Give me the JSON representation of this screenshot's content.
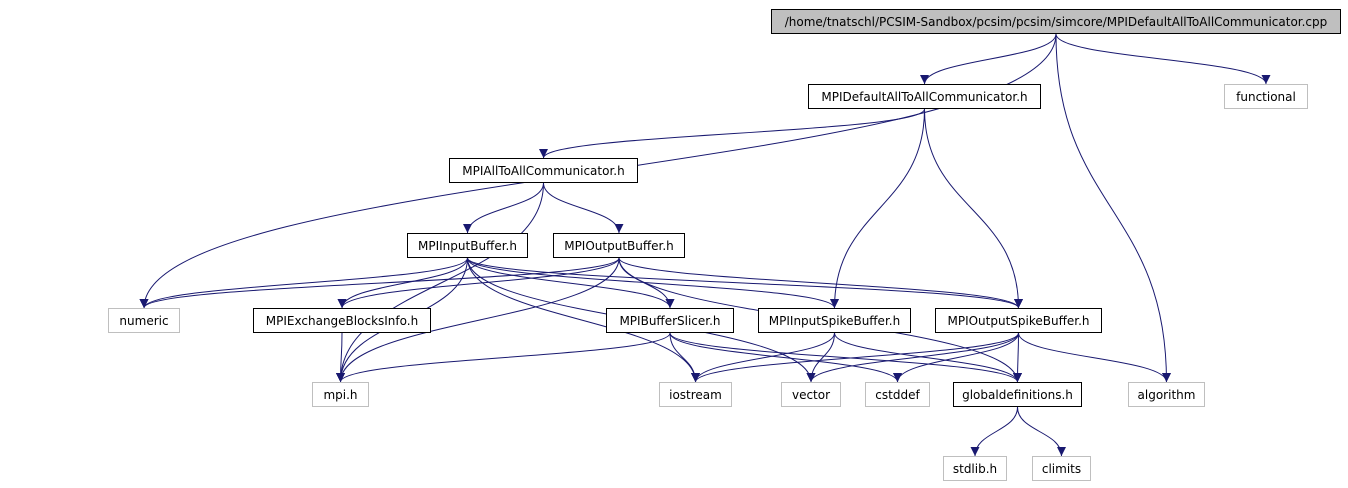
{
  "colors": {
    "edge": "#191970",
    "local_border": "#000000",
    "external_border": "#bfbfbf",
    "root_fill": "#bfbfbf"
  },
  "nodes": {
    "root": "/home/tnatschl/PCSIM-Sandbox/pcsim/pcsim/simcore/MPIDefaultAllToAllCommunicator.cpp",
    "default_comm_h": "MPIDefaultAllToAllCommunicator.h",
    "functional": "functional",
    "alltoall_h": "MPIAllToAllCommunicator.h",
    "input_buffer_h": "MPIInputBuffer.h",
    "output_buffer_h": "MPIOutputBuffer.h",
    "numeric": "numeric",
    "exchange_blocks_h": "MPIExchangeBlocksInfo.h",
    "buffer_slicer_h": "MPIBufferSlicer.h",
    "input_spike_h": "MPIInputSpikeBuffer.h",
    "output_spike_h": "MPIOutputSpikeBuffer.h",
    "mpi_h": "mpi.h",
    "iostream": "iostream",
    "vector": "vector",
    "cstddef": "cstddef",
    "globaldefs_h": "globaldefinitions.h",
    "algorithm": "algorithm",
    "stdlib_h": "stdlib.h",
    "climits": "climits"
  },
  "edges": [
    [
      "root",
      "default_comm_h"
    ],
    [
      "root",
      "functional"
    ],
    [
      "root",
      "numeric"
    ],
    [
      "root",
      "algorithm"
    ],
    [
      "default_comm_h",
      "alltoall_h"
    ],
    [
      "default_comm_h",
      "input_spike_h"
    ],
    [
      "default_comm_h",
      "output_spike_h"
    ],
    [
      "alltoall_h",
      "input_buffer_h"
    ],
    [
      "alltoall_h",
      "output_buffer_h"
    ],
    [
      "alltoall_h",
      "mpi_h"
    ],
    [
      "input_buffer_h",
      "numeric"
    ],
    [
      "input_buffer_h",
      "exchange_blocks_h"
    ],
    [
      "input_buffer_h",
      "buffer_slicer_h"
    ],
    [
      "input_buffer_h",
      "input_spike_h"
    ],
    [
      "input_buffer_h",
      "output_spike_h"
    ],
    [
      "input_buffer_h",
      "mpi_h"
    ],
    [
      "input_buffer_h",
      "iostream"
    ],
    [
      "input_buffer_h",
      "vector"
    ],
    [
      "output_buffer_h",
      "numeric"
    ],
    [
      "output_buffer_h",
      "exchange_blocks_h"
    ],
    [
      "output_buffer_h",
      "buffer_slicer_h"
    ],
    [
      "output_buffer_h",
      "output_spike_h"
    ],
    [
      "output_buffer_h",
      "mpi_h"
    ],
    [
      "output_buffer_h",
      "globaldefs_h"
    ],
    [
      "exchange_blocks_h",
      "mpi_h"
    ],
    [
      "buffer_slicer_h",
      "mpi_h"
    ],
    [
      "buffer_slicer_h",
      "iostream"
    ],
    [
      "buffer_slicer_h",
      "cstddef"
    ],
    [
      "buffer_slicer_h",
      "globaldefs_h"
    ],
    [
      "input_spike_h",
      "iostream"
    ],
    [
      "input_spike_h",
      "vector"
    ],
    [
      "input_spike_h",
      "globaldefs_h"
    ],
    [
      "output_spike_h",
      "iostream"
    ],
    [
      "output_spike_h",
      "vector"
    ],
    [
      "output_spike_h",
      "cstddef"
    ],
    [
      "output_spike_h",
      "globaldefs_h"
    ],
    [
      "output_spike_h",
      "algorithm"
    ],
    [
      "globaldefs_h",
      "stdlib_h"
    ],
    [
      "globaldefs_h",
      "climits"
    ]
  ]
}
